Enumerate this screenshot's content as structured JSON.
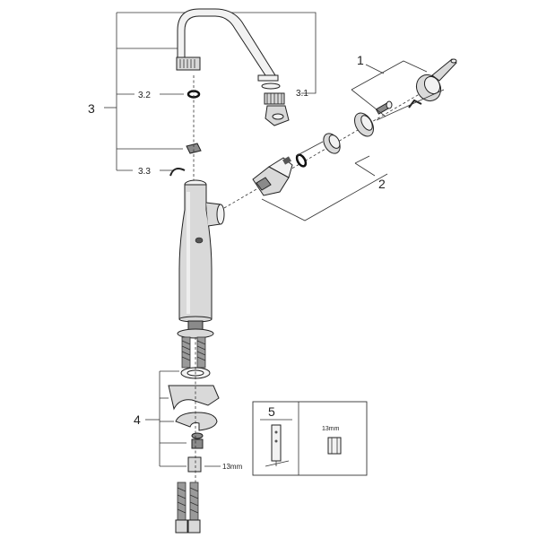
{
  "callouts": {
    "c1": "1",
    "c2": "2",
    "c3": "3",
    "c3_1": "3.1",
    "c3_2": "3.2",
    "c3_3": "3.3",
    "c4": "4",
    "c5": "5"
  },
  "dimensions": {
    "nut_size_bottom": "13mm",
    "wrench_size_box": "13mm"
  }
}
